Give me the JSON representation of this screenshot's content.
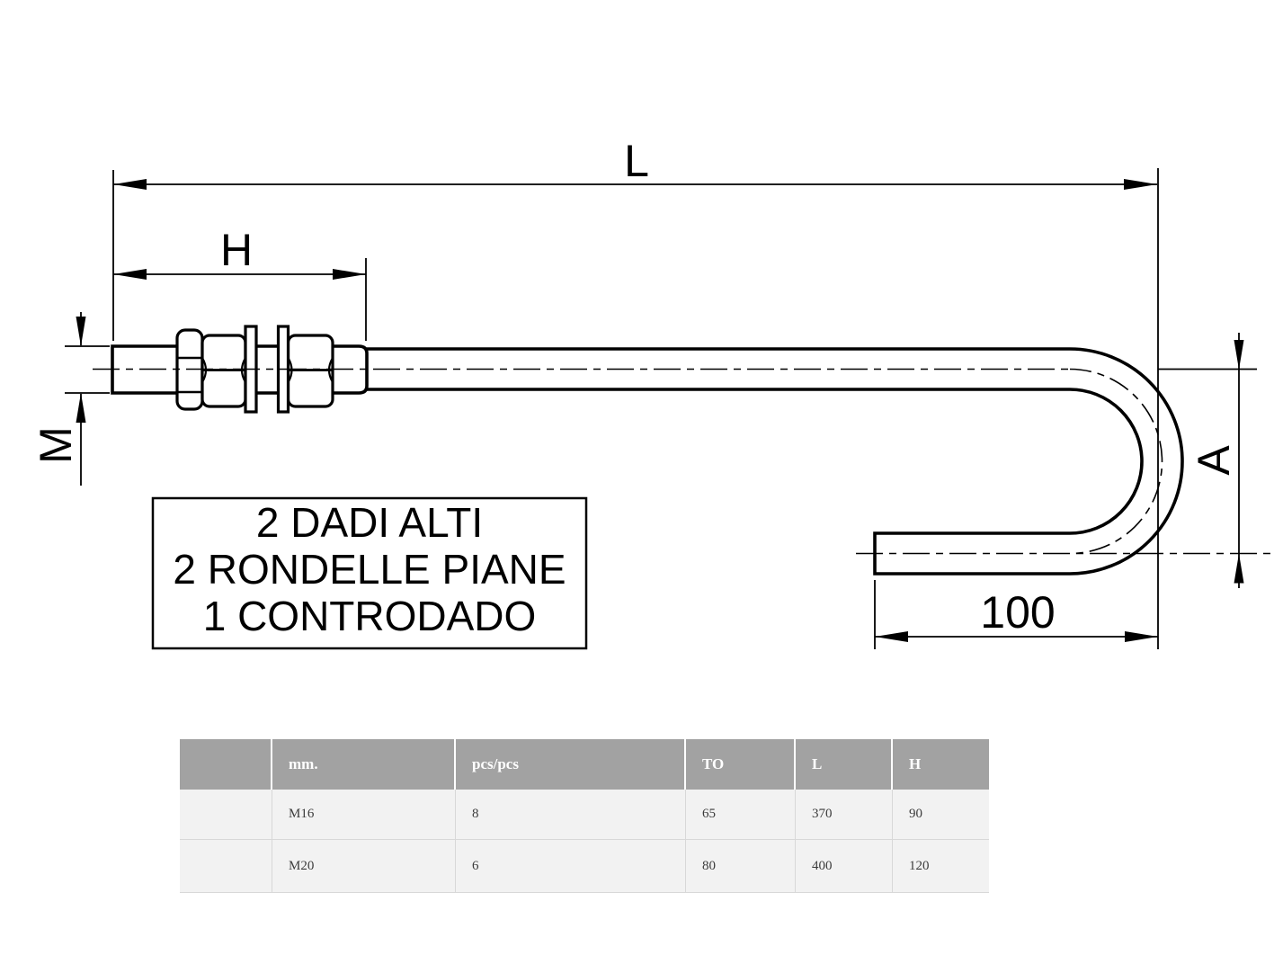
{
  "drawing": {
    "labels": {
      "length_total": "L",
      "thread_length": "H",
      "thread_diameter": "M",
      "hook_height": "A",
      "hook_width": "100"
    },
    "note_lines": [
      "2 DADI ALTI",
      "2 RONDELLE PIANE",
      "1 CONTRODADO"
    ],
    "colors": {
      "line": "#000000",
      "background": "#ffffff"
    }
  },
  "table": {
    "headers": [
      "",
      "mm.",
      "pcs/pcs",
      "TO",
      "L",
      "H"
    ],
    "rows": [
      [
        "",
        "M16",
        "8",
        "65",
        "370",
        "90"
      ],
      [
        "",
        "M20",
        "6",
        "80",
        "400",
        "120"
      ]
    ],
    "colors": {
      "header_bg": "#a2a2a2",
      "header_text": "#ffffff",
      "body_bg": "#f2f2f2",
      "body_text": "#3b3b3b",
      "divider": "#d8d8d8"
    }
  }
}
